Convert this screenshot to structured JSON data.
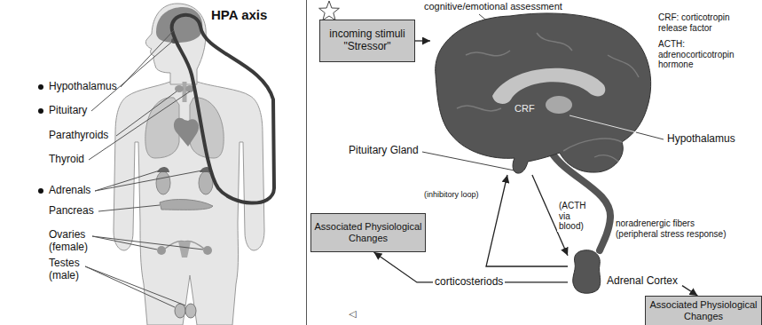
{
  "diagram": {
    "nodes": [
      {
        "text": [
          "incoming stimuli \"Stressor\""
        ]
      },
      {
        "text": [
          "CRF"
        ]
      },
      {
        "text": [
          "Associated Physiological Changes"
        ]
      },
      {
        "text": [
          "Adrenal Cortex"
        ]
      },
      {
        "text": [
          "Associated Physiological Changes"
        ]
      }
    ],
    "edges": [
      {
        "from": 0,
        "to": 1,
        "arrow": "to"
      },
      {
        "from": 1,
        "to": 3,
        "label": "(ACTH via blood)",
        "arrow": "to"
      },
      {
        "from": 3,
        "to": 2,
        "label": "corticosteriods",
        "arrow": "to"
      },
      {
        "from": 3,
        "to": 4,
        "arrow": "to"
      },
      {
        "from": 3,
        "to": 1,
        "label": "(inhibitory loop)",
        "arrow": "to"
      }
    ],
    "labels": [
      "HPA axis",
      "Hypothalamus",
      "Pituitary",
      "Parathyroids",
      "Thyroid",
      "Adrenals",
      "Pancreas",
      "Ovaries (female)",
      "Testes (male)",
      "cognitive/emotional assessment",
      "CRF: corticotropin release factor",
      "ACTH: adrenocorticotropin hormone",
      "Pituitary Gland",
      "Hypothalamus",
      "noradrenergic fibers (peripheral stress response)",
      "◁"
    ]
  }
}
